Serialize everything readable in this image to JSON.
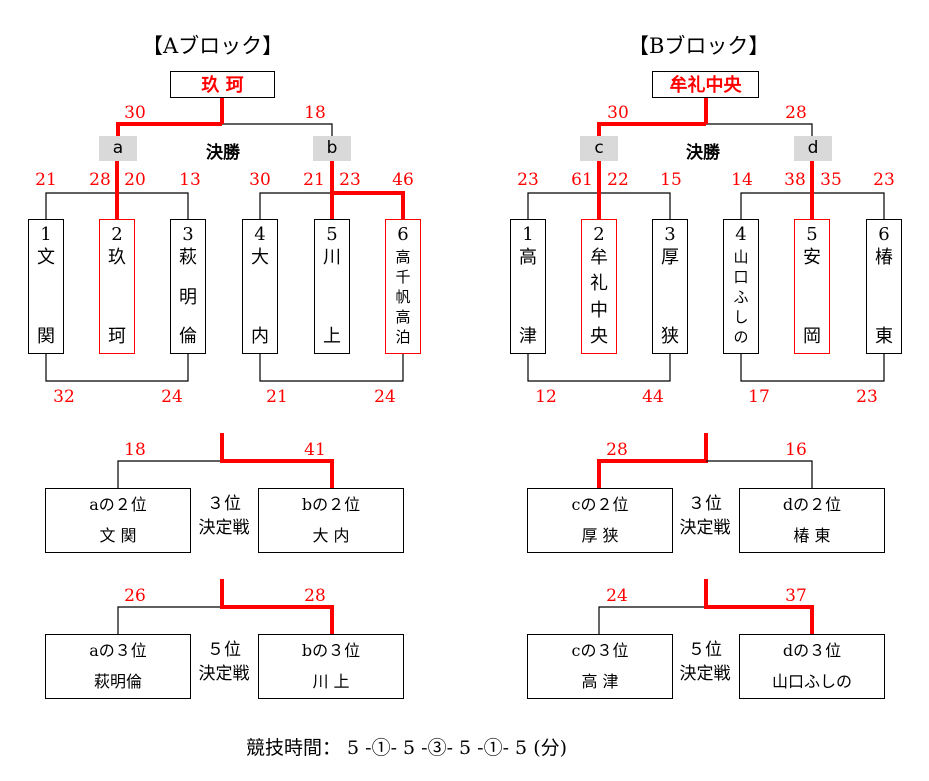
{
  "blocks": [
    {
      "title": "【Aブロック】",
      "champion": "玖 珂",
      "final_scores": [
        "30",
        "18"
      ],
      "group_labels": [
        "a",
        "b"
      ],
      "finals_label": "決勝",
      "group_scores": [
        "21",
        "28",
        "20",
        "13",
        "30",
        "21",
        "23",
        "46"
      ],
      "bottom_scores": [
        "32",
        "24",
        "21",
        "24"
      ],
      "teams": [
        {
          "num": "1",
          "name": [
            "文",
            "関"
          ],
          "winner": false,
          "small": false
        },
        {
          "num": "2",
          "name": [
            "玖",
            "珂"
          ],
          "winner": true,
          "small": false
        },
        {
          "num": "3",
          "name": [
            "萩",
            "明",
            "倫"
          ],
          "winner": false,
          "small": false
        },
        {
          "num": "4",
          "name": [
            "大",
            "内"
          ],
          "winner": false,
          "small": false
        },
        {
          "num": "5",
          "name": [
            "川",
            "上"
          ],
          "winner": false,
          "small": false
        },
        {
          "num": "6",
          "name": [
            "高",
            "千",
            "帆",
            "高",
            "泊"
          ],
          "winner": true,
          "small": true
        }
      ],
      "placements": [
        {
          "scores": [
            "18",
            "41"
          ],
          "left_l1": "aの２位",
          "left_l2": "文 関",
          "label": [
            "３位",
            "決定戦"
          ],
          "right_l1": "bの２位",
          "right_l2": "大 内",
          "winner": "right"
        },
        {
          "scores": [
            "26",
            "28"
          ],
          "left_l1": "aの３位",
          "left_l2": "萩明倫",
          "label": [
            "５位",
            "決定戦"
          ],
          "right_l1": "bの３位",
          "right_l2": "川 上",
          "winner": "right"
        }
      ]
    },
    {
      "title": "【Bブロック】",
      "champion": "牟礼中央",
      "final_scores": [
        "30",
        "28"
      ],
      "group_labels": [
        "c",
        "d"
      ],
      "finals_label": "決勝",
      "group_scores": [
        "23",
        "61",
        "22",
        "15",
        "14",
        "38",
        "35",
        "23"
      ],
      "bottom_scores": [
        "12",
        "44",
        "17",
        "23"
      ],
      "teams": [
        {
          "num": "1",
          "name": [
            "高",
            "津"
          ],
          "winner": false,
          "small": false
        },
        {
          "num": "2",
          "name": [
            "牟",
            "礼",
            "中",
            "央"
          ],
          "winner": true,
          "small": false
        },
        {
          "num": "3",
          "name": [
            "厚",
            "狭"
          ],
          "winner": false,
          "small": false
        },
        {
          "num": "4",
          "name": [
            "山",
            "口",
            "ふ",
            "し",
            "の"
          ],
          "winner": false,
          "small": true
        },
        {
          "num": "5",
          "name": [
            "安",
            "岡"
          ],
          "winner": true,
          "small": false
        },
        {
          "num": "6",
          "name": [
            "椿",
            "東"
          ],
          "winner": false,
          "small": false
        }
      ],
      "placements": [
        {
          "scores": [
            "28",
            "16"
          ],
          "left_l1": "cの２位",
          "left_l2": "厚 狭",
          "label": [
            "３位",
            "決定戦"
          ],
          "right_l1": "dの２位",
          "right_l2": "椿 東",
          "winner": "left"
        },
        {
          "scores": [
            "24",
            "37"
          ],
          "left_l1": "cの３位",
          "left_l2": "高 津",
          "label": [
            "５位",
            "決定戦"
          ],
          "right_l1": "dの３位",
          "right_l2": "山口ふしの",
          "winner": "right"
        }
      ]
    }
  ],
  "footer": "競技時間： 5 -①- 5 -③- 5 -①- 5 (分)",
  "colors": {
    "win": "#ff0000",
    "line": "#000000",
    "group_box": "#d9d9d9"
  }
}
